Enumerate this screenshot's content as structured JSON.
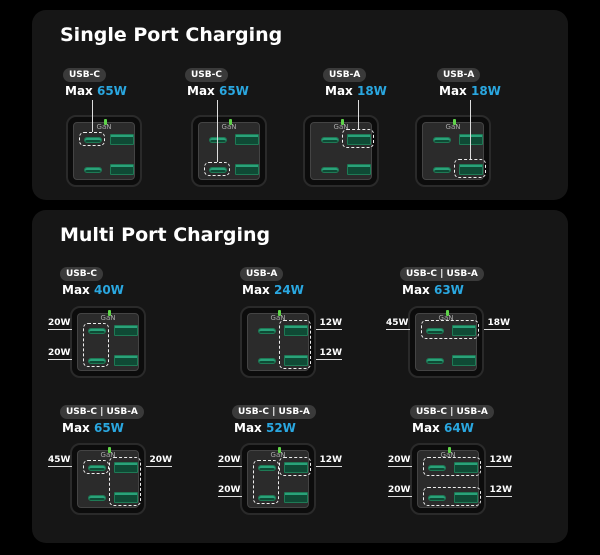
{
  "single": {
    "title": "Single Port Charging",
    "cells": [
      {
        "badge": "USB-C",
        "max_label": "Max",
        "max_value": "65W",
        "highlight": [
          [
            "c1"
          ]
        ]
      },
      {
        "badge": "USB-C",
        "max_label": "Max",
        "max_value": "65W",
        "highlight": [
          [
            "c2"
          ]
        ]
      },
      {
        "badge": "USB-A",
        "max_label": "Max",
        "max_value": "18W",
        "highlight": [
          [
            "a1"
          ]
        ]
      },
      {
        "badge": "USB-A",
        "max_label": "Max",
        "max_value": "18W",
        "highlight": [
          [
            "a2"
          ]
        ]
      }
    ]
  },
  "multi": {
    "title": "Multi Port Charging",
    "cells": [
      {
        "badge": "USB-C",
        "max_label": "Max",
        "max_value": "40W",
        "highlight": [
          [
            "c1",
            "c2"
          ]
        ],
        "callouts": [
          {
            "text": "20W",
            "side": "left",
            "port": "c1"
          },
          {
            "text": "20W",
            "side": "left",
            "port": "c2"
          }
        ]
      },
      {
        "badge": "USB-A",
        "max_label": "Max",
        "max_value": "24W",
        "highlight": [
          [
            "a1",
            "a2"
          ]
        ],
        "callouts": [
          {
            "text": "12W",
            "side": "right",
            "port": "a1"
          },
          {
            "text": "12W",
            "side": "right",
            "port": "a2"
          }
        ]
      },
      {
        "badge": "USB-C | USB-A",
        "max_label": "Max",
        "max_value": "63W",
        "highlight": [
          [
            "c1",
            "a1"
          ]
        ],
        "callouts": [
          {
            "text": "45W",
            "side": "left",
            "port": "c1"
          },
          {
            "text": "18W",
            "side": "right",
            "port": "a1"
          }
        ]
      },
      {
        "badge": "USB-C | USB-A",
        "max_label": "Max",
        "max_value": "65W",
        "highlight": [
          [
            "c1"
          ],
          [
            "a1",
            "a2"
          ]
        ],
        "callouts": [
          {
            "text": "45W",
            "side": "left",
            "port": "c1"
          },
          {
            "text": "20W",
            "side": "right",
            "port": "a1"
          }
        ]
      },
      {
        "badge": "USB-C | USB-A",
        "max_label": "Max",
        "max_value": "52W",
        "highlight": [
          [
            "c1",
            "c2"
          ],
          [
            "a1"
          ]
        ],
        "callouts": [
          {
            "text": "20W",
            "side": "left",
            "port": "c1"
          },
          {
            "text": "20W",
            "side": "left",
            "port": "c2"
          },
          {
            "text": "12W",
            "side": "right",
            "port": "a1"
          }
        ]
      },
      {
        "badge": "USB-C | USB-A",
        "max_label": "Max",
        "max_value": "64W",
        "highlight": [
          [
            "c1",
            "a1"
          ],
          [
            "c2",
            "a2"
          ]
        ],
        "callouts": [
          {
            "text": "20W",
            "side": "left",
            "port": "c1"
          },
          {
            "text": "20W",
            "side": "left",
            "port": "c2"
          },
          {
            "text": "12W",
            "side": "right",
            "port": "a1"
          },
          {
            "text": "12W",
            "side": "right",
            "port": "a2"
          }
        ]
      }
    ]
  },
  "charger_label": "GaN"
}
